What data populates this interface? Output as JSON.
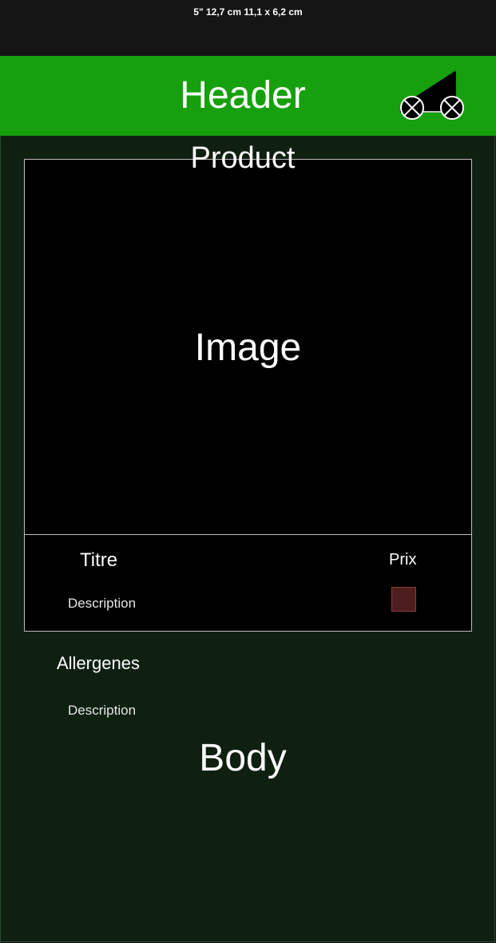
{
  "device": {
    "dimensions_label": "5\" 12,7 cm 11,1 x 6,2 cm"
  },
  "header": {
    "title": "Header",
    "cart_icon": "cart-icon",
    "background_color": "#16a00d"
  },
  "product": {
    "section_label": "Product",
    "image_label": "Image",
    "title": "Titre",
    "price": "Prix",
    "description": "Description",
    "add_button_color": "#4d1e1e"
  },
  "body": {
    "allergens_label": "Allergenes",
    "allergens_description": "Description",
    "label": "Body",
    "background_color": "#0f2011"
  }
}
